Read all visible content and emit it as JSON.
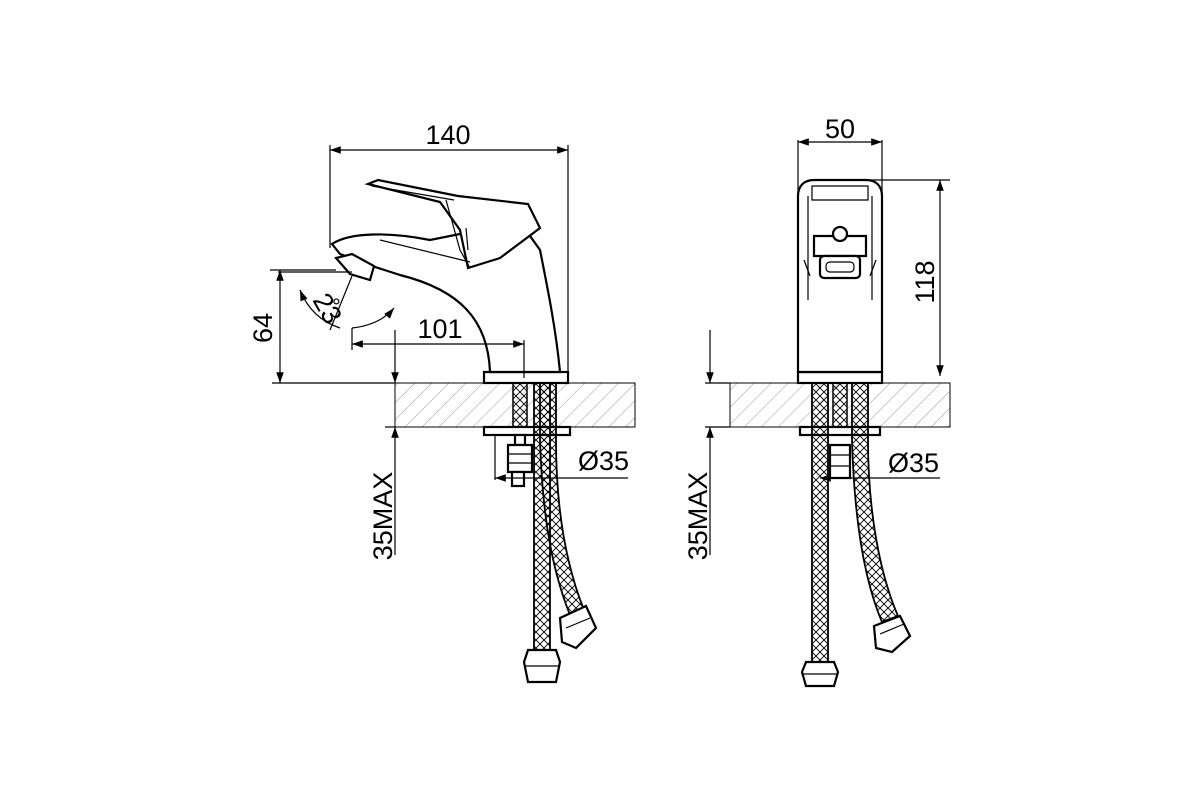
{
  "diagram": {
    "side_view": {
      "width_label": "140",
      "height_label": "64",
      "angle_label": "23",
      "angle_symbol": "°",
      "spout_label": "101",
      "max_label": "35MAX",
      "hole_label": "Ø35"
    },
    "front_view": {
      "width_label": "50",
      "height_label": "118",
      "max_label": "35MAX",
      "hole_label": "Ø35"
    }
  }
}
